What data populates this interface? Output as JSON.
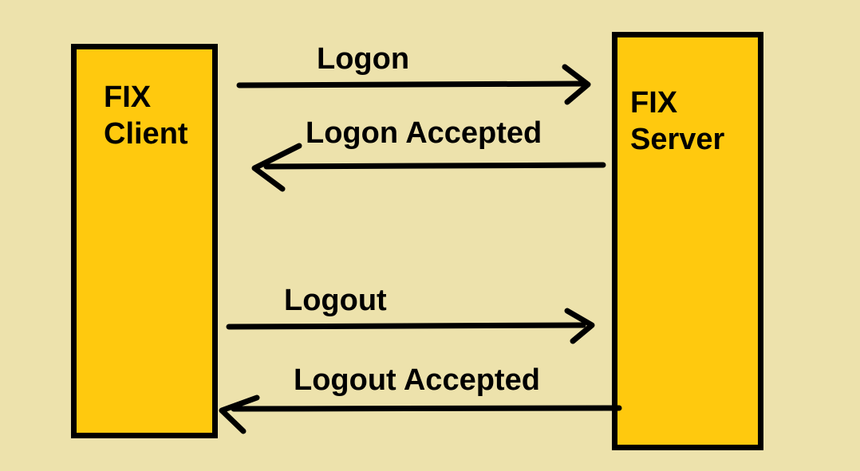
{
  "diagram": {
    "type": "sequence"
  },
  "actors": [
    {
      "id": "client",
      "label": "FIX Client"
    },
    {
      "id": "server",
      "label": "FIX Server"
    }
  ],
  "messages": [
    {
      "label": "Logon",
      "from": "client",
      "to": "server"
    },
    {
      "label": "Logon Accepted",
      "from": "server",
      "to": "client"
    },
    {
      "label": "Logout",
      "from": "client",
      "to": "server"
    },
    {
      "label": "Logout Accepted",
      "from": "server",
      "to": "client"
    }
  ],
  "colors": {
    "background": "#EDE2AC",
    "actor_fill": "#FFC90E",
    "actor_border": "#000000",
    "arrow": "#000000",
    "text": "#000000"
  }
}
